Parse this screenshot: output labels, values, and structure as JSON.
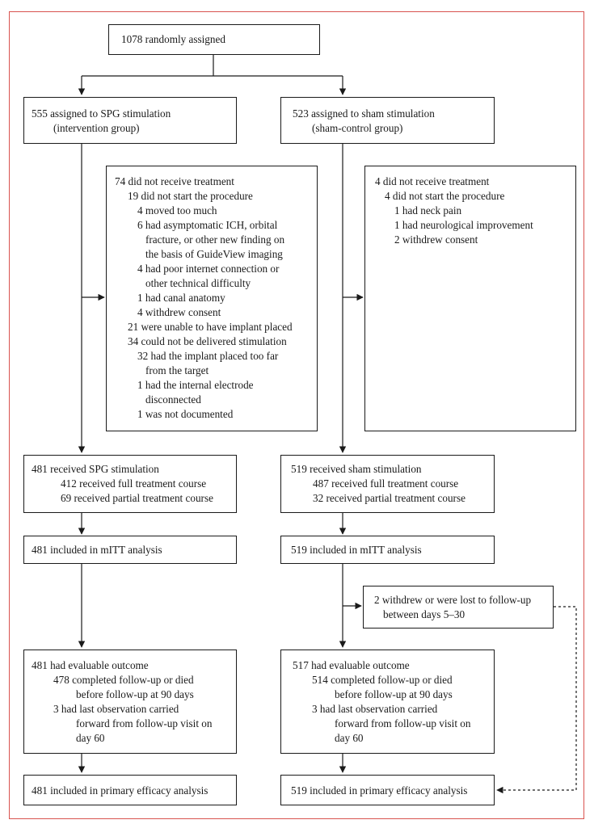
{
  "randomised": {
    "text": "1078 randomly assigned"
  },
  "arms": {
    "left": {
      "assigned": [
        "555 assigned to SPG stimulation",
        "(intervention group)"
      ],
      "excluded": [
        {
          "text": "74 did not receive treatment",
          "level": 0
        },
        {
          "text": "19 did not start the procedure",
          "level": 1
        },
        {
          "text": "4 moved too much",
          "level": 2
        },
        {
          "text": "6 had asymptomatic ICH, orbital",
          "level": 2
        },
        {
          "text": "fracture, or other new finding on",
          "level": 3
        },
        {
          "text": "the basis of GuideView imaging",
          "level": 3
        },
        {
          "text": "4 had poor internet connection or",
          "level": 2
        },
        {
          "text": "other technical difficulty",
          "level": 3
        },
        {
          "text": "1 had canal anatomy",
          "level": 2
        },
        {
          "text": "4 withdrew consent",
          "level": 2
        },
        {
          "text": "21 were unable to have implant placed",
          "level": 1
        },
        {
          "text": "34 could not be delivered stimulation",
          "level": 1
        },
        {
          "text": "32 had the implant placed too far",
          "level": 2
        },
        {
          "text": "from the target",
          "level": 3
        },
        {
          "text": "1 had the internal electrode",
          "level": 2
        },
        {
          "text": "disconnected",
          "level": 3
        },
        {
          "text": "1 was not documented",
          "level": 2
        }
      ],
      "received": [
        {
          "text": "481 received SPG stimulation",
          "level": 0
        },
        {
          "text": "412 received full treatment course",
          "level": 1
        },
        {
          "text": "69 received partial treatment course",
          "level": 1
        }
      ],
      "mitt": {
        "text": "481 included in mITT analysis"
      },
      "evaluable": [
        {
          "text": "481 had evaluable outcome",
          "level": 0
        },
        {
          "text": "478 completed follow-up or died",
          "level": 1
        },
        {
          "text": "before follow-up at 90 days",
          "level": 2
        },
        {
          "text": "3 had last observation carried",
          "level": 1
        },
        {
          "text": "forward from follow-up visit on",
          "level": 2
        },
        {
          "text": "day 60",
          "level": 2
        }
      ],
      "primary": {
        "text": "481 included in primary efficacy analysis"
      }
    },
    "right": {
      "assigned": [
        "523 assigned to sham stimulation",
        "(sham-control group)"
      ],
      "excluded": [
        {
          "text": "4 did not receive treatment",
          "level": 0
        },
        {
          "text": "4 did not start the procedure",
          "level": 1
        },
        {
          "text": "1 had neck pain",
          "level": 2
        },
        {
          "text": "1 had neurological improvement",
          "level": 2
        },
        {
          "text": "2 withdrew consent",
          "level": 2
        }
      ],
      "received": [
        {
          "text": "519 received sham stimulation",
          "level": 0
        },
        {
          "text": "487 received full treatment course",
          "level": 1
        },
        {
          "text": "32 received partial treatment course",
          "level": 1
        }
      ],
      "mitt": {
        "text": "519 included in mITT analysis"
      },
      "lost": [
        "2 withdrew or were lost to follow-up",
        "between days 5–30"
      ],
      "evaluable": [
        {
          "text": "517 had evaluable outcome",
          "level": 0
        },
        {
          "text": "514 completed follow-up or died",
          "level": 1
        },
        {
          "text": "before follow-up at 90 days",
          "level": 2
        },
        {
          "text": "3 had last observation carried",
          "level": 1
        },
        {
          "text": "forward from follow-up visit on",
          "level": 2
        },
        {
          "text": "day 60",
          "level": 2
        }
      ],
      "primary": {
        "text": "519 included in primary efficacy analysis"
      }
    }
  }
}
